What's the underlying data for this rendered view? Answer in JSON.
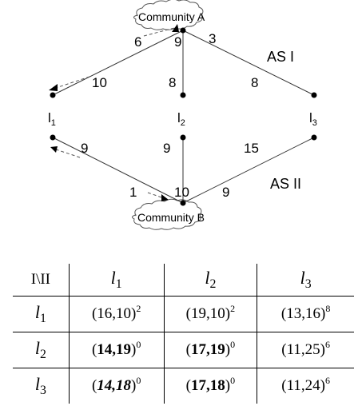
{
  "diagram": {
    "community_a": "Community A",
    "community_b": "Community B",
    "as_1": "AS I",
    "as_2": "AS II",
    "links": [
      "l",
      "l",
      "l"
    ],
    "link_subscripts": [
      "1",
      "2",
      "3"
    ],
    "weights": {
      "a_l1_top": "6",
      "a_center": "9",
      "a_l3_top": "3",
      "l1_upper": "10",
      "l2_upper": "8",
      "l3_upper": "8",
      "l1_lower": "9",
      "l2_lower": "9",
      "l3_lower": "15",
      "b_l1_bottom": "1",
      "b_center": "10",
      "b_l3_bottom": "9"
    }
  },
  "table": {
    "corner": "I\\II",
    "col_headers": [
      {
        "var": "l",
        "sub": "1"
      },
      {
        "var": "l",
        "sub": "2"
      },
      {
        "var": "l",
        "sub": "3"
      }
    ],
    "rows": [
      {
        "var": "l",
        "sub": "1",
        "cells": [
          {
            "value": "(16,10)",
            "exp": "2",
            "style": "normal"
          },
          {
            "value": "(19,10)",
            "exp": "2",
            "style": "normal"
          },
          {
            "value": "(13,16)",
            "exp": "8",
            "style": "normal"
          }
        ]
      },
      {
        "var": "l",
        "sub": "2",
        "cells": [
          {
            "value": "14,19",
            "exp": "0",
            "style": "bold"
          },
          {
            "value": "17,19",
            "exp": "0",
            "style": "bold"
          },
          {
            "value": "(11,25)",
            "exp": "6",
            "style": "normal"
          }
        ]
      },
      {
        "var": "l",
        "sub": "3",
        "cells": [
          {
            "value": "14,18",
            "exp": "0",
            "style": "bold-italic"
          },
          {
            "value": "17,18",
            "exp": "0",
            "style": "bold"
          },
          {
            "value": "(11,24)",
            "exp": "6",
            "style": "normal"
          }
        ]
      }
    ]
  }
}
